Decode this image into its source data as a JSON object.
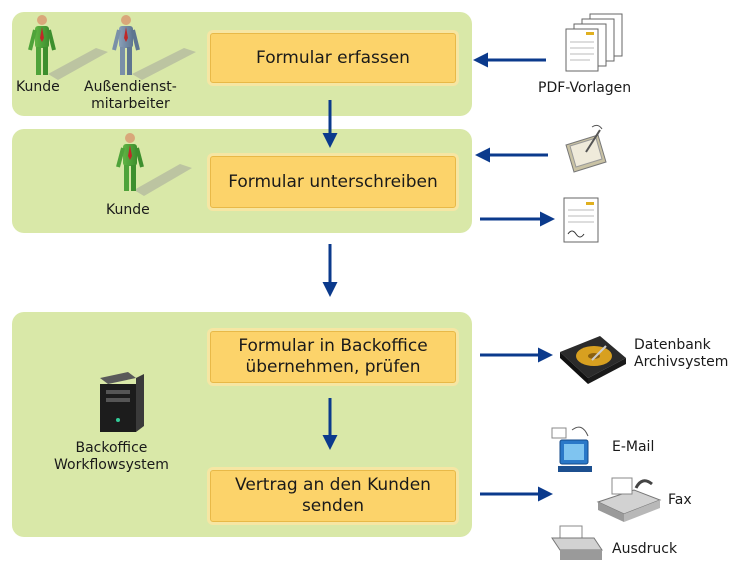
{
  "colors": {
    "panel": "#d9e8a8",
    "step": "#fcd36a",
    "arrow": "#0b3a8c"
  },
  "steps": [
    {
      "label": "Formular erfassen"
    },
    {
      "label": "Formular unterschreiben"
    },
    {
      "label": "Formular in Backoffice\nübernehmen, prüfen"
    },
    {
      "label": "Vertrag an den Kunden\nsenden"
    }
  ],
  "actors": {
    "kunde_1": "Kunde",
    "aussendienst": "Außendienst-\nmitarbeiter",
    "kunde_2": "Kunde",
    "backoffice": "Backoffice\nWorkflowsystem"
  },
  "resources": {
    "pdf": "PDF-Vorlagen",
    "datenbank": "Datenbank\nArchivsystem",
    "email": "E-Mail",
    "fax": "Fax",
    "ausdruck": "Ausdruck"
  },
  "icons": [
    "person-green-icon",
    "person-blue-icon",
    "pdf-documents-icon",
    "signature-pad-icon",
    "signed-document-icon",
    "server-tower-icon",
    "hard-drive-icon",
    "email-computer-icon",
    "fax-machine-icon",
    "printer-icon"
  ]
}
